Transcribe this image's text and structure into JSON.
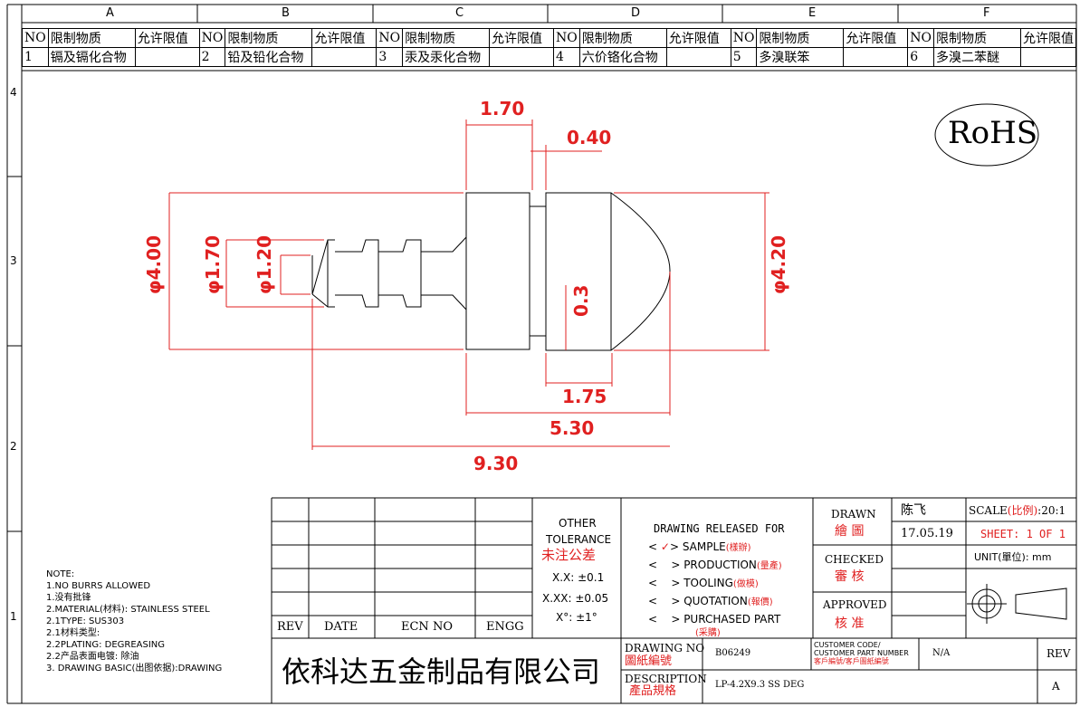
{
  "colors": {
    "dimension": "#e02020",
    "line": "#000000"
  },
  "zones": {
    "columns": [
      "A",
      "B",
      "C",
      "D",
      "E",
      "F"
    ],
    "rows": [
      "4",
      "3",
      "2",
      "1"
    ]
  },
  "restricted_table": {
    "no_label": "NO",
    "substance_label": "限制物质",
    "limit_label": "允许限值",
    "items": [
      {
        "no": "1",
        "name": "镉及镉化合物"
      },
      {
        "no": "2",
        "name": "铅及铅化合物"
      },
      {
        "no": "3",
        "name": "汞及汞化合物"
      },
      {
        "no": "4",
        "name": "六价铬化合物"
      },
      {
        "no": "5",
        "name": "多溴联笨"
      },
      {
        "no": "6",
        "name": "多溴二苯醚"
      }
    ]
  },
  "rohs_label": "RoHS",
  "dimensions": {
    "d1_70_top": "1.70",
    "d0_40": "0.40",
    "dia4_00": "φ4.00",
    "dia1_70": "φ1.70",
    "dia1_20": "φ1.20",
    "dim0_3": "0.3",
    "dia4_20": "φ4.20",
    "d1_75": "1.75",
    "d5_30": "5.30",
    "d9_30": "9.30"
  },
  "notes": {
    "title": "NOTE:",
    "lines": [
      "1.NO BURRS ALLOWED",
      "1.没有批锋",
      "2.MATERIAL(材料): STAINLESS STEEL",
      "2.1TYPE: SUS303",
      "2.1材料类型:",
      "2.2PLATING: DEGREASING",
      "2.2产品表面电镀: 除油",
      "3. DRAWING BASIC(出图依据):DRAWING"
    ]
  },
  "rev_table": {
    "rev": "REV",
    "date": "DATE",
    "ecn": "ECN NO",
    "engg": "ENGG"
  },
  "tolerance": {
    "title1": "OTHER",
    "title2": "TOLERANCE",
    "title_cn": "未注公差",
    "xx": "X.X: ±0.1",
    "xxx": "X.XX: ±0.05",
    "deg": "X°: ±1°"
  },
  "release": {
    "title": "DRAWING RELEASED FOR",
    "items": [
      {
        "en": "SAMPLE",
        "cn": "(樣辦)",
        "checked": true
      },
      {
        "en": "PRODUCTION",
        "cn": "(量產)",
        "checked": false
      },
      {
        "en": "TOOLING",
        "cn": "(做模)",
        "checked": false
      },
      {
        "en": "QUOTATION",
        "cn": "(報價)",
        "checked": false
      },
      {
        "en": "PURCHASED PART",
        "cn": "(采購)",
        "checked": false
      }
    ]
  },
  "approval": {
    "drawn": "DRAWN",
    "drawn_cn": "繪 圖",
    "drawn_by": "陈飞",
    "date": "17.05.19",
    "checked": "CHECKED",
    "checked_cn": "審 核",
    "approved": "APPROVED",
    "approved_cn": "核 准"
  },
  "scale": {
    "label": "SCALE",
    "label_cn": "(比例)",
    "value": ":20:1"
  },
  "sheet": {
    "label": "SHEET:",
    "value": "1 OF 1"
  },
  "unit": {
    "label": "UNIT(單位):",
    "value": "mm"
  },
  "company": "依科达五金制品有限公司",
  "drawing_no": {
    "label": "DRAWING NO",
    "label_cn": "圖紙編號",
    "value": "B06249"
  },
  "customer": {
    "line1": "CUSTOMER CODE/",
    "line2": "CUSTOMER PART NUMBER",
    "line_cn": "客戶編號/客戶圖紙編號",
    "value": "N/A"
  },
  "rev_value": {
    "label": "REV",
    "value": "A"
  },
  "description": {
    "label": "DESCRIPTION",
    "label_cn": "產品規格",
    "value": "LP-4.2X9.3 SS DEG"
  }
}
